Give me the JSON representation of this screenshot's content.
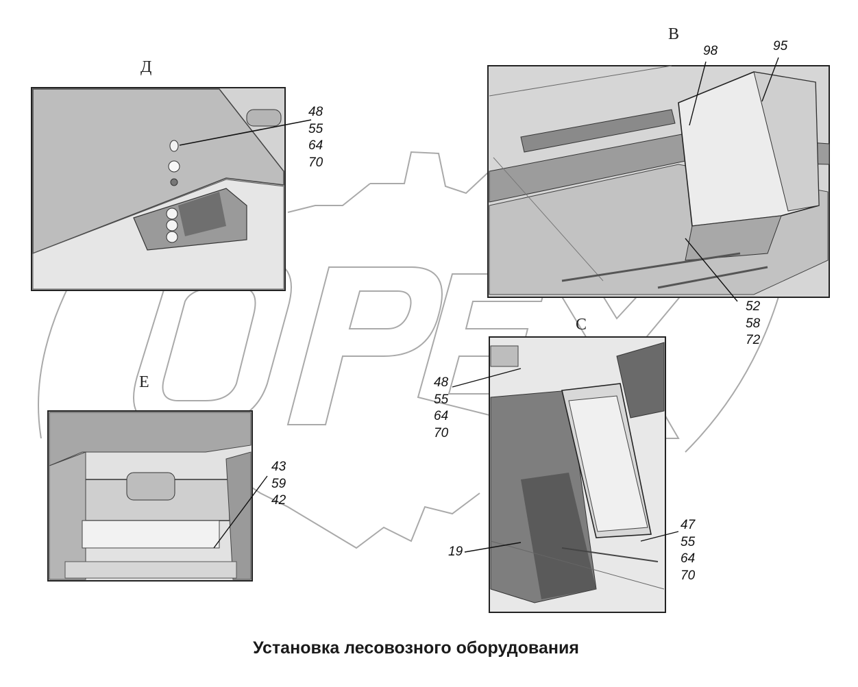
{
  "caption": "Установка лесовозного оборудования",
  "watermark": "OPEX",
  "colors": {
    "frame": "#222222",
    "panel_fill": "#d9d9d9",
    "panel_dark": "#8a8a8a",
    "watermark_outline": "#a9a9a9"
  },
  "views": [
    {
      "id": "D",
      "letter": "Д",
      "callouts": [
        {
          "lines": [
            "48",
            "55",
            "64",
            "70"
          ]
        }
      ]
    },
    {
      "id": "B",
      "letter": "В",
      "callouts": [
        {
          "lines": [
            "98"
          ]
        },
        {
          "lines": [
            "95"
          ]
        },
        {
          "lines": [
            "52",
            "58",
            "72"
          ]
        }
      ]
    },
    {
      "id": "C",
      "letter": "С",
      "callouts": [
        {
          "lines": [
            "48",
            "55",
            "64",
            "70"
          ]
        },
        {
          "lines": [
            "19"
          ]
        },
        {
          "lines": [
            "47",
            "55",
            "64",
            "70"
          ]
        }
      ]
    },
    {
      "id": "E",
      "letter": "Е",
      "callouts": [
        {
          "lines": [
            "43",
            "59",
            "42"
          ]
        }
      ]
    }
  ]
}
